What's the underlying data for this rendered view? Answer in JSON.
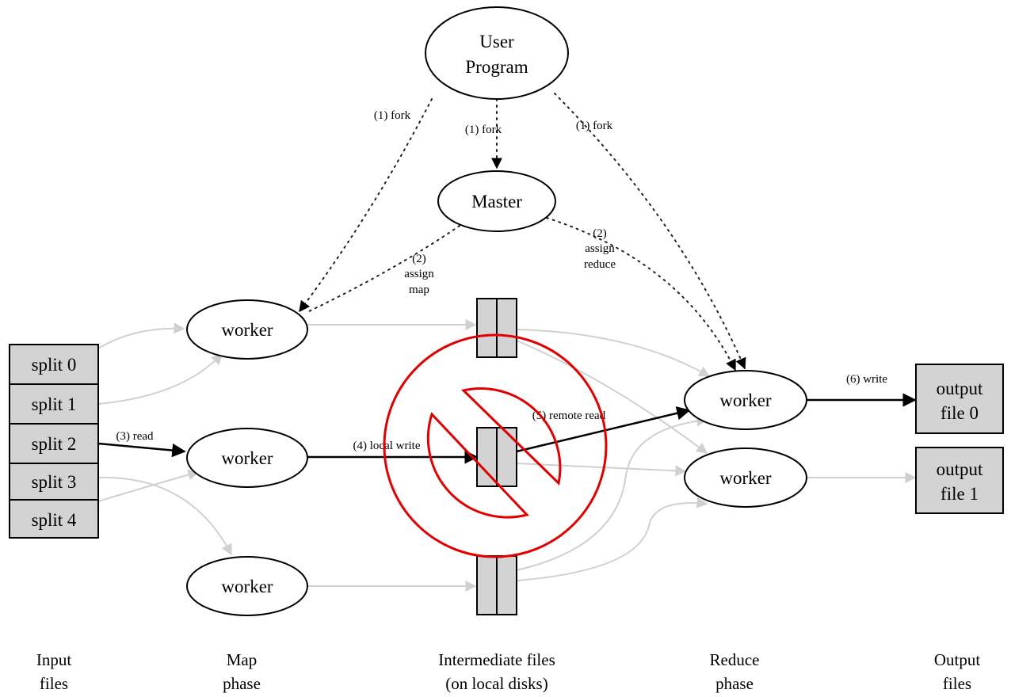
{
  "nodes": {
    "user_program": [
      "User",
      "Program"
    ],
    "master": "Master",
    "worker": "worker"
  },
  "inputs": [
    "split 0",
    "split 1",
    "split 2",
    "split 3",
    "split 4"
  ],
  "outputs": [
    [
      "output",
      "file 0"
    ],
    [
      "output",
      "file 1"
    ]
  ],
  "edge_labels": {
    "fork": "(1) fork",
    "assign_map": [
      "(2)",
      "assign",
      "map"
    ],
    "assign_reduce": [
      "(2)",
      "assign",
      "reduce"
    ],
    "read": "(3) read",
    "local_write": "(4) local write",
    "remote_read": "(5) remote read",
    "write": "(6) write"
  },
  "phases": {
    "input": [
      "Input",
      "files"
    ],
    "map": [
      "Map",
      "phase"
    ],
    "intermediate": [
      "Intermediate files",
      "(on local disks)"
    ],
    "reduce": [
      "Reduce",
      "phase"
    ],
    "output": [
      "Output",
      "files"
    ]
  },
  "overlay": {
    "symbol": "prohibition-sign",
    "color": "#e00000"
  },
  "colors": {
    "box_fill": "#d3d3d3",
    "gray_arrow": "#d0d0d0"
  }
}
